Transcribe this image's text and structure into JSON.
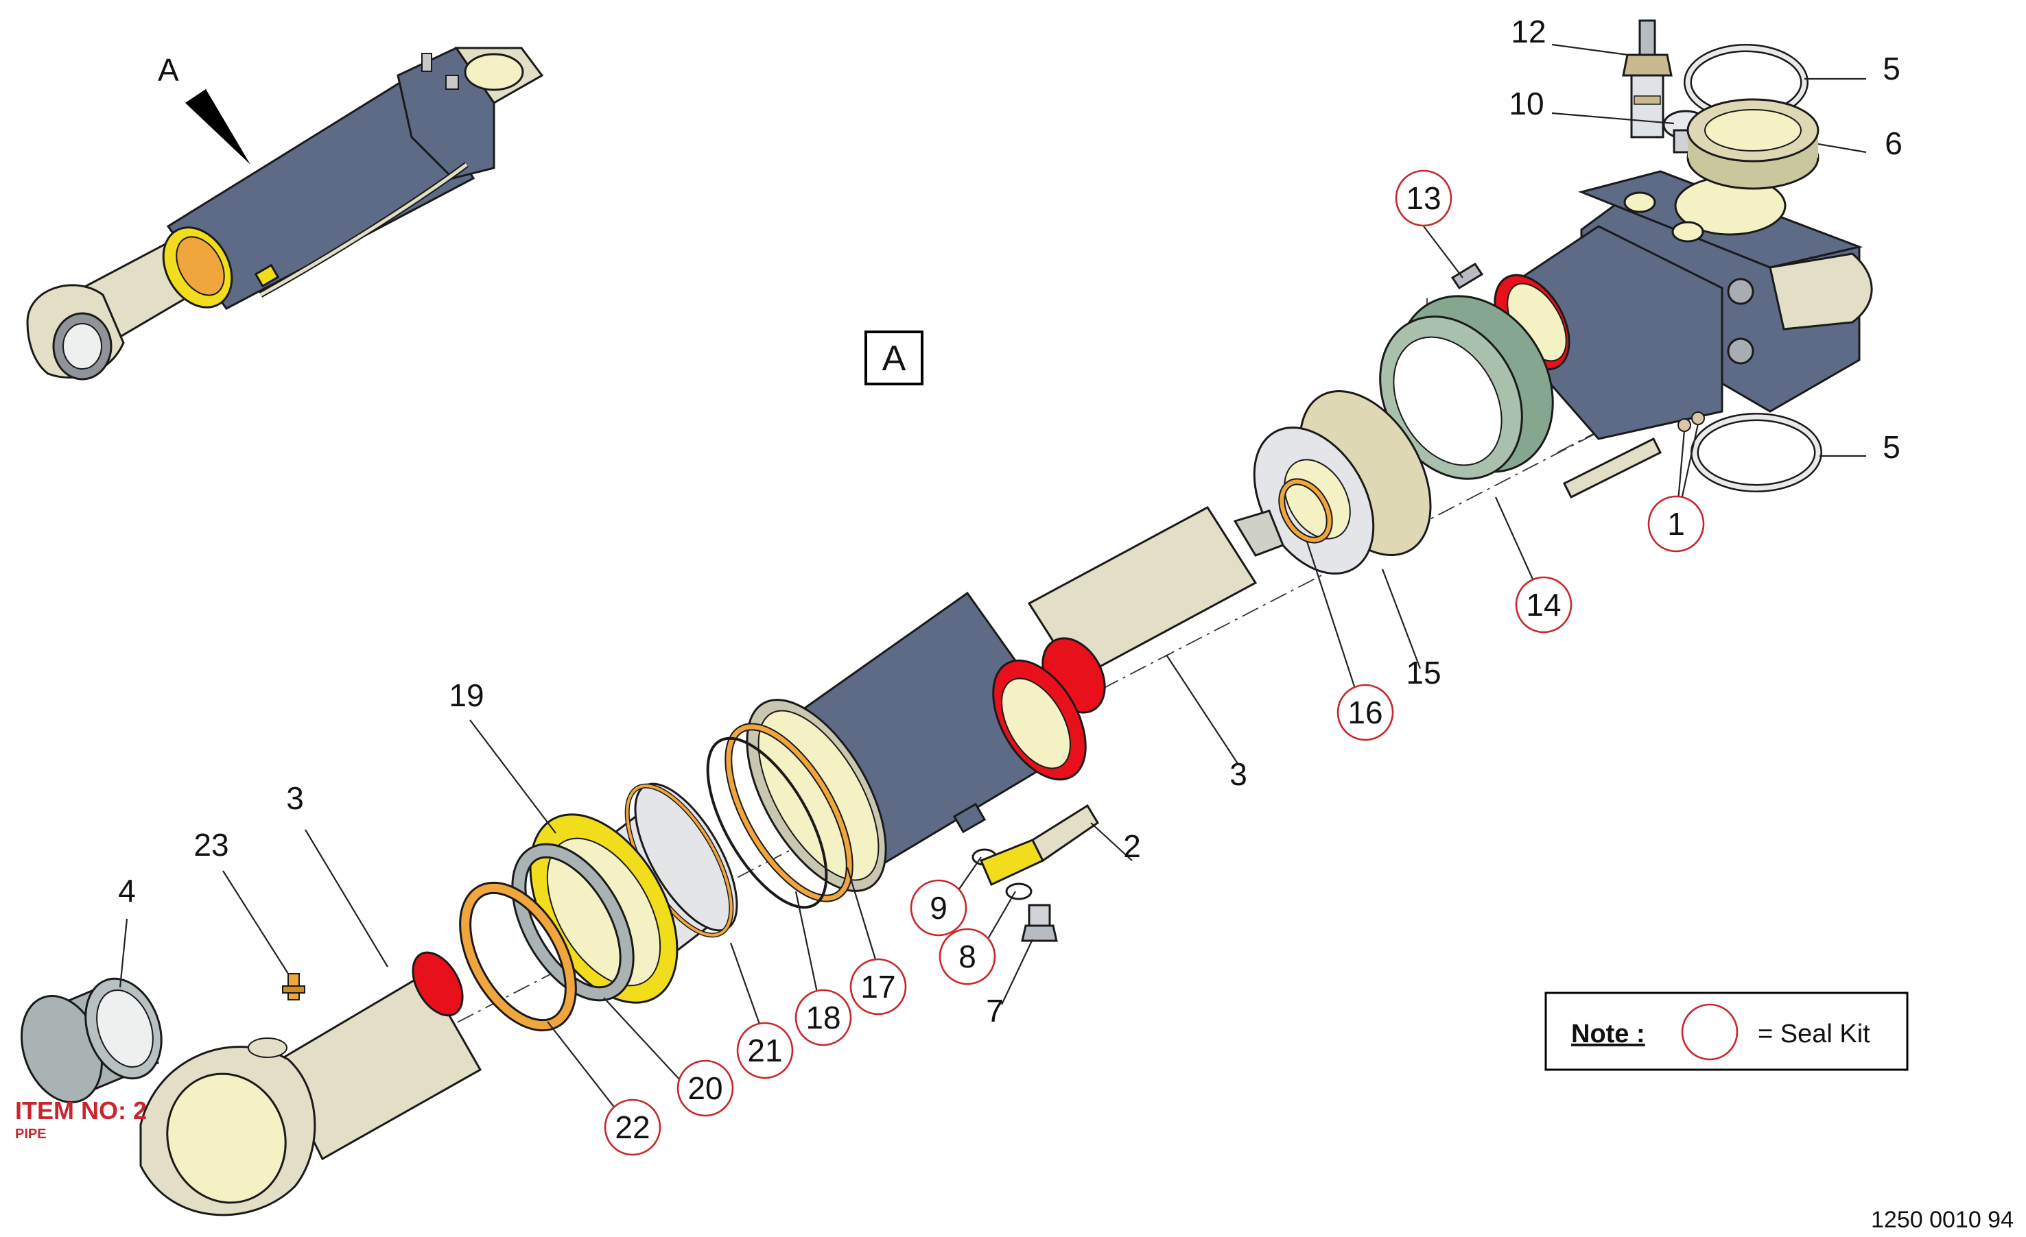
{
  "view_letter": "A",
  "view_box_label": "A",
  "callouts": [
    {
      "id": "c1",
      "text": "1",
      "seal": true
    },
    {
      "id": "c2",
      "text": "2",
      "seal": false
    },
    {
      "id": "c3a",
      "text": "3",
      "seal": false
    },
    {
      "id": "c3b",
      "text": "3",
      "seal": false
    },
    {
      "id": "c4",
      "text": "4",
      "seal": false
    },
    {
      "id": "c5a",
      "text": "5",
      "seal": false
    },
    {
      "id": "c5b",
      "text": "5",
      "seal": false
    },
    {
      "id": "c6",
      "text": "6",
      "seal": false
    },
    {
      "id": "c7",
      "text": "7",
      "seal": false
    },
    {
      "id": "c8",
      "text": "8",
      "seal": true
    },
    {
      "id": "c9",
      "text": "9",
      "seal": true
    },
    {
      "id": "c10",
      "text": "10",
      "seal": false
    },
    {
      "id": "c12",
      "text": "12",
      "seal": false
    },
    {
      "id": "c13",
      "text": "13",
      "seal": true
    },
    {
      "id": "c14",
      "text": "14",
      "seal": true
    },
    {
      "id": "c15",
      "text": "15",
      "seal": false
    },
    {
      "id": "c16",
      "text": "16",
      "seal": true
    },
    {
      "id": "c17",
      "text": "17",
      "seal": true
    },
    {
      "id": "c18",
      "text": "18",
      "seal": true
    },
    {
      "id": "c19",
      "text": "19",
      "seal": false
    },
    {
      "id": "c20",
      "text": "20",
      "seal": true
    },
    {
      "id": "c21",
      "text": "21",
      "seal": true
    },
    {
      "id": "c22",
      "text": "22",
      "seal": true
    },
    {
      "id": "c23",
      "text": "23",
      "seal": false
    }
  ],
  "note": {
    "label": "Note :",
    "legend_text": "= Seal Kit"
  },
  "item_stamp": {
    "line1": "ITEM NO: 2",
    "line2": "PIPE"
  },
  "drawing_number": "1250 0010 94",
  "colors": {
    "barrel": "#5e6b86",
    "rod": "#e3dfc6",
    "bore": "#f4f1c4",
    "seal_red": "#e8101a",
    "yellow": "#f2dd1c",
    "orange": "#f0a63c",
    "grey_seal": "#a9b3b4",
    "green_seal": "#86a78f",
    "callout_ring": "#c8262c"
  }
}
